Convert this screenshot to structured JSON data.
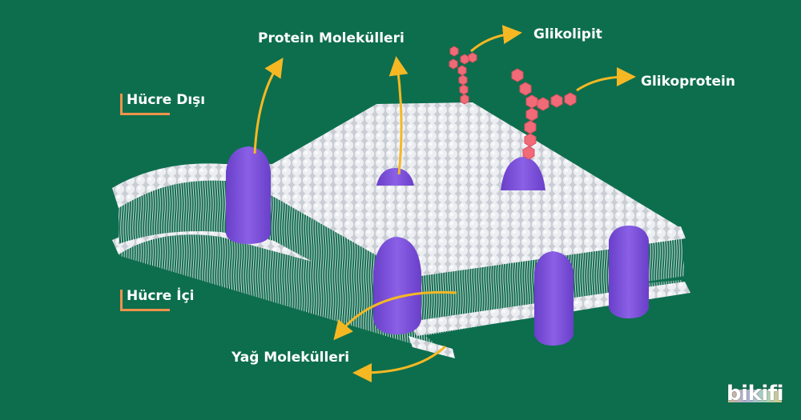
{
  "labels": {
    "protein": "Protein Molekülleri",
    "glikolipit": "Glikolipit",
    "glikoprotein": "Glikoprotein",
    "yag": "Yağ Molekülleri",
    "hucre_disi": "Hücre Dışı",
    "hucre_ici": "Hücre İçi"
  },
  "logo": "bikifi",
  "colors": {
    "background": "#0d6e4d",
    "arrow": "#f5b823",
    "protein": "#7d52d8",
    "sugar": "#f06a78",
    "lipid_head": "#e6e8ec",
    "accent": "#f0924c"
  }
}
